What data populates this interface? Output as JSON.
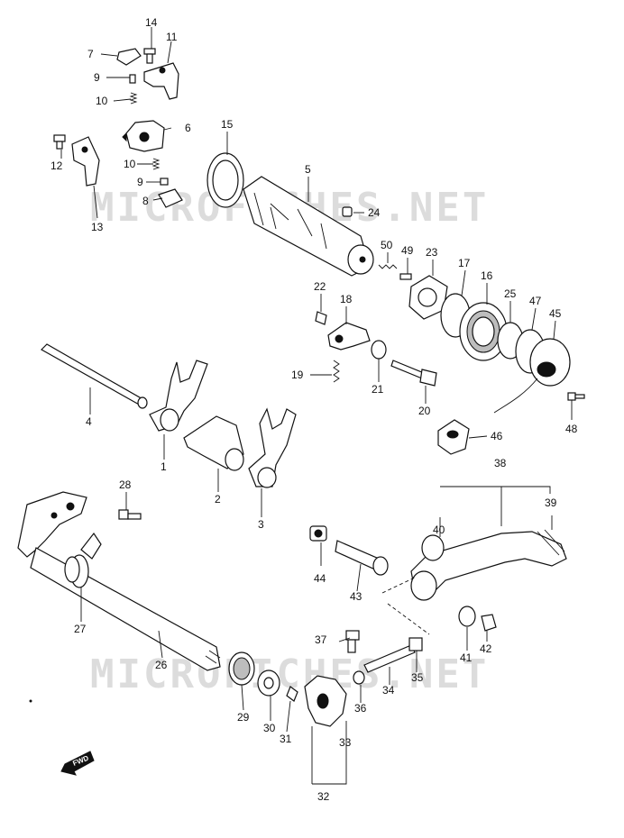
{
  "watermark": "MICROFICHES.NET",
  "fwd_label": "FWD",
  "parts": [
    {
      "ref": "1"
    },
    {
      "ref": "2"
    },
    {
      "ref": "3"
    },
    {
      "ref": "4"
    },
    {
      "ref": "5"
    },
    {
      "ref": "6"
    },
    {
      "ref": "7"
    },
    {
      "ref": "8"
    },
    {
      "ref": "9"
    },
    {
      "ref": "10"
    },
    {
      "ref": "11"
    },
    {
      "ref": "12"
    },
    {
      "ref": "13"
    },
    {
      "ref": "14"
    },
    {
      "ref": "15"
    },
    {
      "ref": "16"
    },
    {
      "ref": "17"
    },
    {
      "ref": "18"
    },
    {
      "ref": "19"
    },
    {
      "ref": "20"
    },
    {
      "ref": "21"
    },
    {
      "ref": "22"
    },
    {
      "ref": "23"
    },
    {
      "ref": "24"
    },
    {
      "ref": "25"
    },
    {
      "ref": "26"
    },
    {
      "ref": "27"
    },
    {
      "ref": "28"
    },
    {
      "ref": "29"
    },
    {
      "ref": "30"
    },
    {
      "ref": "31"
    },
    {
      "ref": "32"
    },
    {
      "ref": "33"
    },
    {
      "ref": "34"
    },
    {
      "ref": "35"
    },
    {
      "ref": "36"
    },
    {
      "ref": "37"
    },
    {
      "ref": "38"
    },
    {
      "ref": "39"
    },
    {
      "ref": "40"
    },
    {
      "ref": "41"
    },
    {
      "ref": "42"
    },
    {
      "ref": "43"
    },
    {
      "ref": "44"
    },
    {
      "ref": "45"
    },
    {
      "ref": "46"
    },
    {
      "ref": "47"
    },
    {
      "ref": "48"
    },
    {
      "ref": "49"
    },
    {
      "ref": "50"
    }
  ]
}
